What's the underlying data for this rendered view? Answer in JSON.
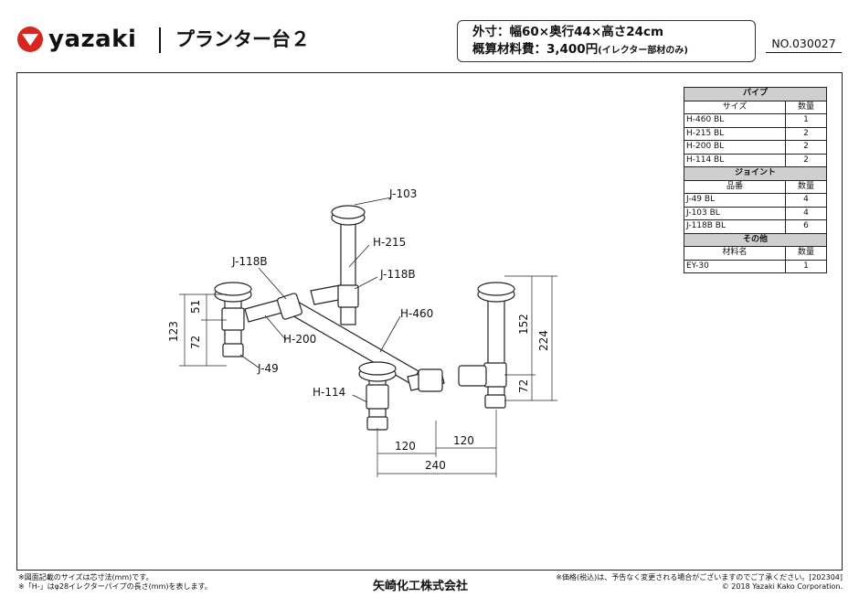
{
  "brand": {
    "logo_text": "yazaki",
    "accent": "#d7261e"
  },
  "header": {
    "title": "プランター台２",
    "spec_line1": "外寸：幅60×奥行44×高さ24cm",
    "spec_line2_main": "概算材料費：3,400円",
    "spec_line2_note": "(イレクター部材のみ)",
    "drawing_no": "NO.030027"
  },
  "parts_table": {
    "sections": [
      {
        "title": "パイプ",
        "col_name": "サイズ",
        "col_qty": "数量",
        "rows": [
          {
            "name": "H-460 BL",
            "qty": "1"
          },
          {
            "name": "H-215 BL",
            "qty": "2"
          },
          {
            "name": "H-200 BL",
            "qty": "2"
          },
          {
            "name": "H-114 BL",
            "qty": "2"
          }
        ]
      },
      {
        "title": "ジョイント",
        "col_name": "品番",
        "col_qty": "数量",
        "rows": [
          {
            "name": "J-49 BL",
            "qty": "4"
          },
          {
            "name": "J-103 BL",
            "qty": "4"
          },
          {
            "name": "J-118B BL",
            "qty": "6"
          }
        ]
      },
      {
        "title": "その他",
        "col_name": "材料名",
        "col_qty": "数量",
        "rows": [
          {
            "name": "EY-30",
            "qty": "1"
          }
        ]
      }
    ]
  },
  "diagram": {
    "labels": {
      "j103": "J-103",
      "h215": "H-215",
      "j118b_left": "J-118B",
      "j118b_right": "J-118B",
      "h460": "H-460",
      "h200": "H-200",
      "j49": "J-49",
      "h114": "H-114"
    },
    "dimensions": {
      "d51": "51",
      "d72_left": "72",
      "d123": "123",
      "d152": "152",
      "d72_right": "72",
      "d224": "224",
      "d120_left": "120",
      "d120_right": "120",
      "d240": "240"
    }
  },
  "footer": {
    "note1": "※図面記載のサイズは芯寸法(mm)です。",
    "note2": "※「H-」はφ28イレクターパイプの長さ(mm)を表します。",
    "company": "矢崎化工株式会社",
    "disclaimer": "※価格(税込)は、予告なく変更される場合がございますのでご了承ください。[202304]",
    "copyright": "© 2018 Yazaki Kako Corporation."
  }
}
